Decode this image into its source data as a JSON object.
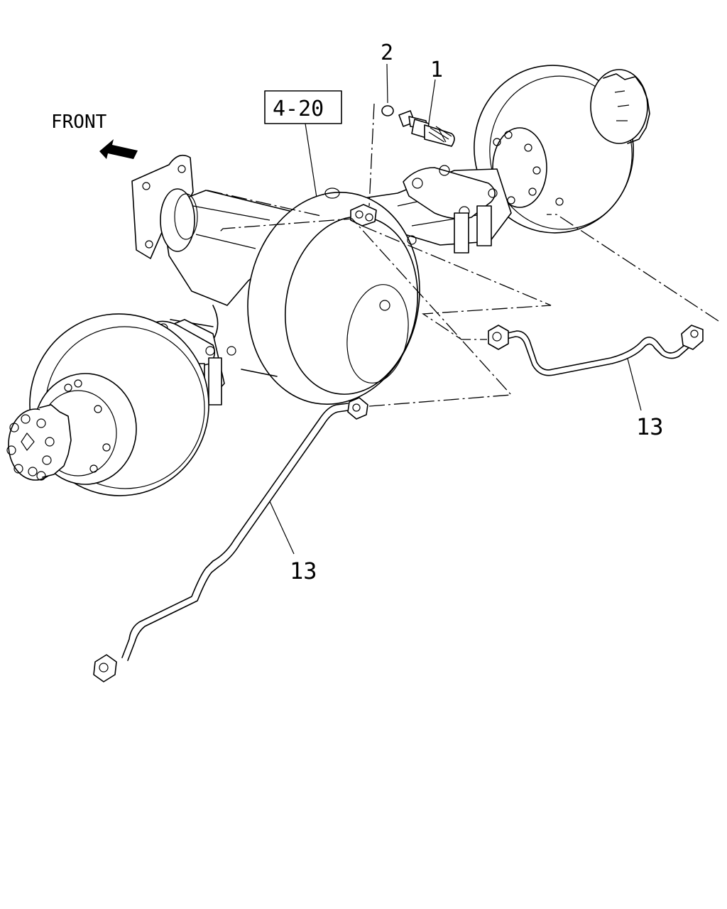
{
  "diagram": {
    "front_label": "FRONT",
    "reference_box": "4-20",
    "callouts": {
      "part_1": "1",
      "part_2": "2",
      "part_13_right": "13",
      "part_13_left": "13"
    }
  }
}
